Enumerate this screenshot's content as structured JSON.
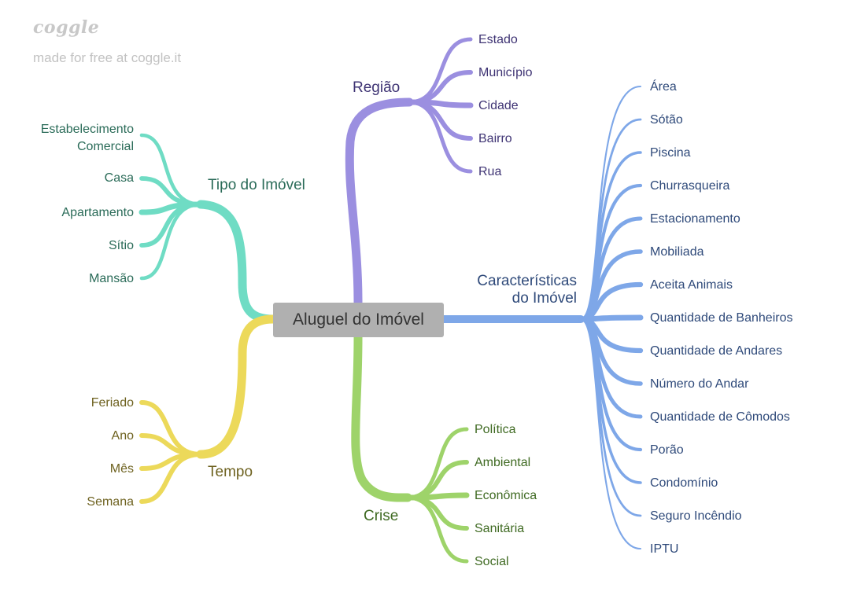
{
  "watermark": {
    "logo": "coggle",
    "note": "made for free at coggle.it"
  },
  "root": {
    "label": "Aluguel do Imóvel"
  },
  "colors": {
    "regiao": "#9b8fe0",
    "caracteristicas": "#7ea7e8",
    "crise": "#9ed36a",
    "tipo": "#6fdcc4",
    "tempo": "#ecd95a",
    "text_regiao": "#3f3474",
    "text_caracteristicas": "#2f4a7a",
    "text_crise": "#3f6a22",
    "text_tipo": "#2a6b58",
    "text_tempo": "#6e6220"
  },
  "branches": {
    "regiao": {
      "label": "Região",
      "items": [
        "Estado",
        "Município",
        "Cidade",
        "Bairro",
        "Rua"
      ]
    },
    "caracteristicas": {
      "label_line1": "Características",
      "label_line2": "do Imóvel",
      "items": [
        "Área",
        "Sótão",
        "Piscina",
        "Churrasqueira",
        "Estacionamento",
        "Mobiliada",
        "Aceita Animais",
        "Quantidade de Banheiros",
        "Quantidade de Andares",
        "Número do Andar",
        "Quantidade de Cômodos",
        "Porão",
        "Condomínio",
        "Seguro Incêndio",
        "IPTU"
      ]
    },
    "crise": {
      "label": "Crise",
      "items": [
        "Política",
        "Ambiental",
        "Econômica",
        "Sanitária",
        "Social"
      ]
    },
    "tipo": {
      "label": "Tipo do Imóvel",
      "item0_line1": "Estabelecimento",
      "item0_line2": "Comercial",
      "items": [
        "Estabelecimento Comercial",
        "Casa",
        "Apartamento",
        "Sítio",
        "Mansão"
      ]
    },
    "tempo": {
      "label": "Tempo",
      "items": [
        "Feriado",
        "Ano",
        "Mês",
        "Semana"
      ]
    }
  }
}
